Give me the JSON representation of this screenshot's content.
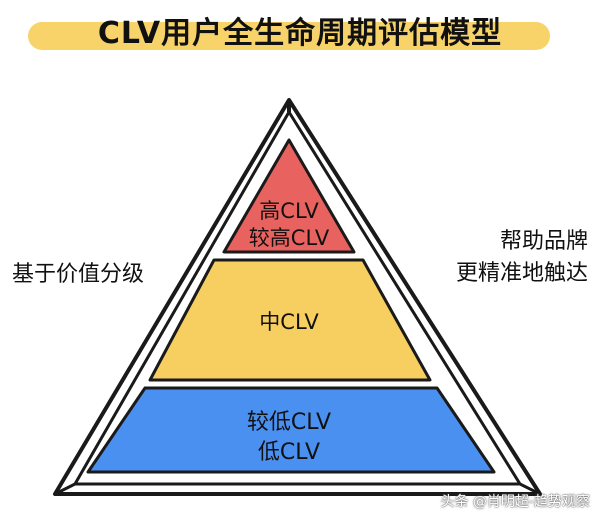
{
  "title": "CLV用户全生命周期评估模型",
  "colors": {
    "title_highlight": "#f8d36a",
    "tier_high": "#e8635f",
    "tier_mid": "#f7cf60",
    "tier_low": "#4a90f0",
    "outline": "#1a1a1a"
  },
  "tiers": {
    "top": {
      "line1": "高CLV",
      "line2": "较高CLV"
    },
    "middle": {
      "line1": "中CLV"
    },
    "bottom": {
      "line1": "较低CLV",
      "line2": "低CLV"
    }
  },
  "left_label": "基于价值分级",
  "right_label": {
    "line1": "帮助品牌",
    "line2": "更精准地触达"
  },
  "watermark": "头条 @肖明超-趋势观察"
}
